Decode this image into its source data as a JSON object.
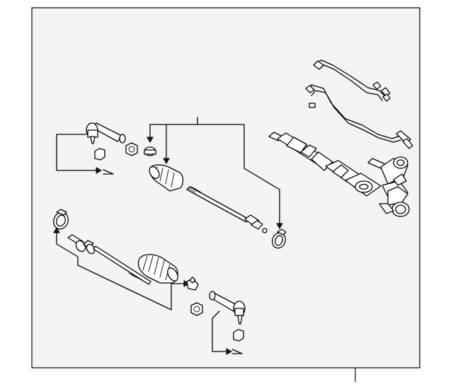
{
  "diagram": {
    "background_color": "#f4f4f2",
    "line_color": "#000000",
    "parts": [
      "steering-rack-assembly",
      "pressure-line-upper",
      "pressure-line-lower",
      "inner-tie-rod-right",
      "inner-tie-rod-left",
      "rack-boot-right",
      "rack-boot-left",
      "outer-tie-rod-end-right",
      "outer-tie-rod-end-left",
      "jam-nut",
      "boot-clamp",
      "cotter-pin",
      "castle-nut"
    ]
  }
}
